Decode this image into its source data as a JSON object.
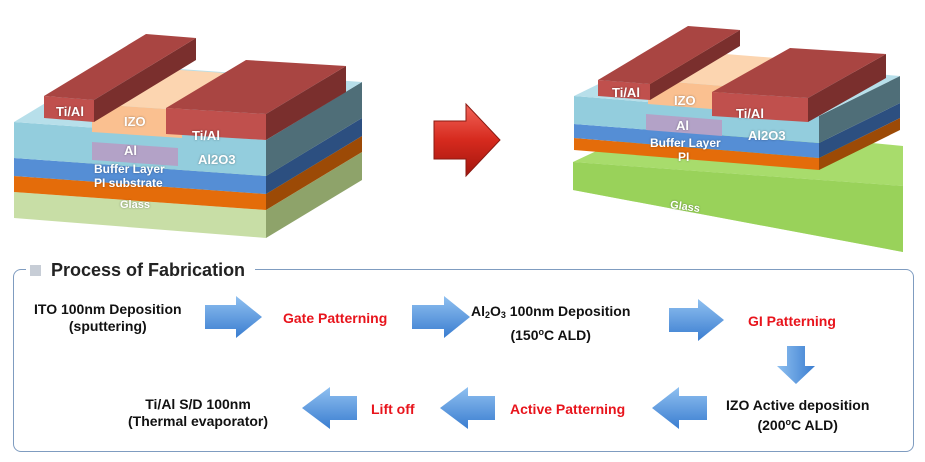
{
  "left_stack": {
    "labels": {
      "tial_left": "Ti/Al",
      "izo": "IZO",
      "tial_right": "Ti/Al",
      "al": "Al",
      "al2o3": "Al2O3",
      "buffer": "Buffer Layer",
      "pi": "PI substrate",
      "glass": "Glass"
    }
  },
  "right_stack": {
    "labels": {
      "tial_left": "Ti/Al",
      "izo": "IZO",
      "tial_right": "Ti/Al",
      "al": "Al",
      "al2o3": "Al2O3",
      "buffer": "Buffer Layer",
      "pi": "PI",
      "glass": "Glass"
    }
  },
  "process": {
    "title": "Process of Fabrication",
    "step1": {
      "line1": "ITO 100nm Deposition",
      "line2": "(sputtering)"
    },
    "step2": "Gate Patterning",
    "step3": {
      "pre": "Al",
      "sub2": "2",
      "mid": "O",
      "sub3": "3",
      "post": " 100nm Deposition",
      "line2_pre": "(150",
      "line2_sup": "o",
      "line2_post": "C ALD)"
    },
    "step4": "GI Patterning",
    "step5": {
      "line1": "IZO Active deposition",
      "line2_pre": "(200",
      "line2_sup": "o",
      "line2_post": "C ALD)"
    },
    "step6": "Active Patterning",
    "step7": "Lift off",
    "step8": {
      "line1": "Ti/Al S/D 100nm",
      "line2": "(Thermal evaporator)"
    }
  },
  "colors": {
    "glass": "#c8dea6",
    "glass_flexible": "#92d050",
    "pi": "#e46c0a",
    "buffer": "#558ed5",
    "al2o3": "#93cddd",
    "al": "#b3a2c7",
    "izo": "#fac090",
    "tial": "#c0504d",
    "arrow_red": "#d62a1e",
    "arrow_blue": "#4f8fd8",
    "step_red_text": "#e8141c",
    "panel_border": "#7f9cc0"
  }
}
